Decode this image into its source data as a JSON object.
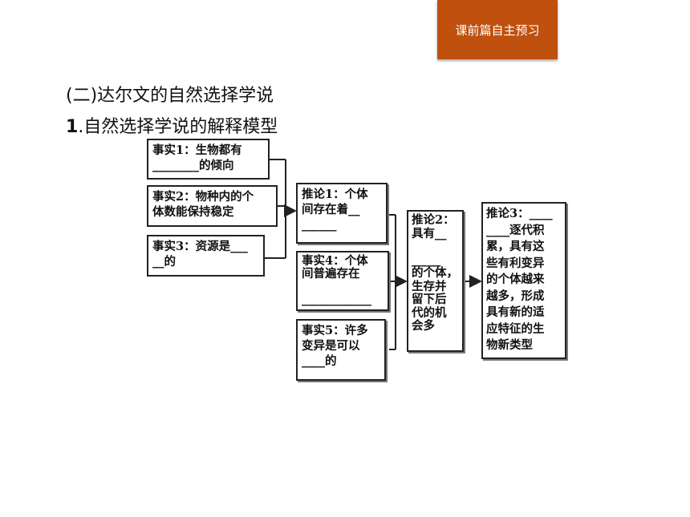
{
  "header": {
    "tab_label": "课前篇自主预习"
  },
  "section": {
    "title": "(二)达尔文的自然选择学说",
    "subtitle_num": "1",
    "subtitle_text": ".自然选择学说的解释模型"
  },
  "diagram": {
    "fact1": "事实1：生物都有\n________的倾向",
    "fact2": "事实2：物种内的个\n体数能保持稳定",
    "fact3": "事实3：资源是___\n__的",
    "inference1": "推论1：个体\n间存在着__\n______",
    "fact4": "事实4：个体\n间普遍存在\n\n____________",
    "fact5": "事实5：许多\n变异是可以\n____的",
    "inference2": "推论2：\n具有__\n\n_____\n的个体，\n生存并\n留下后\n代的机\n会多",
    "inference3": "推论3：____\n____逐代积\n累，具有这\n些有利变异\n的个体越来\n越多，形成\n具有新的适\n应特征的生\n物新类型"
  }
}
